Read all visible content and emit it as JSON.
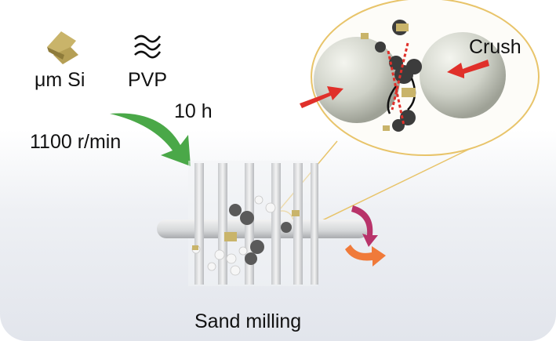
{
  "labels": {
    "si": "μm Si",
    "pvp": "PVP",
    "time": "10 h",
    "speed": "1100 r/min",
    "crush": "Crush",
    "process": "Sand milling"
  },
  "colors": {
    "arrow_green": "#4aa848",
    "crush_red": "#e0302a",
    "silicon_gold": "#c9b46a",
    "zoom_line": "#e8c46a",
    "bead": "#d8dbd2"
  }
}
